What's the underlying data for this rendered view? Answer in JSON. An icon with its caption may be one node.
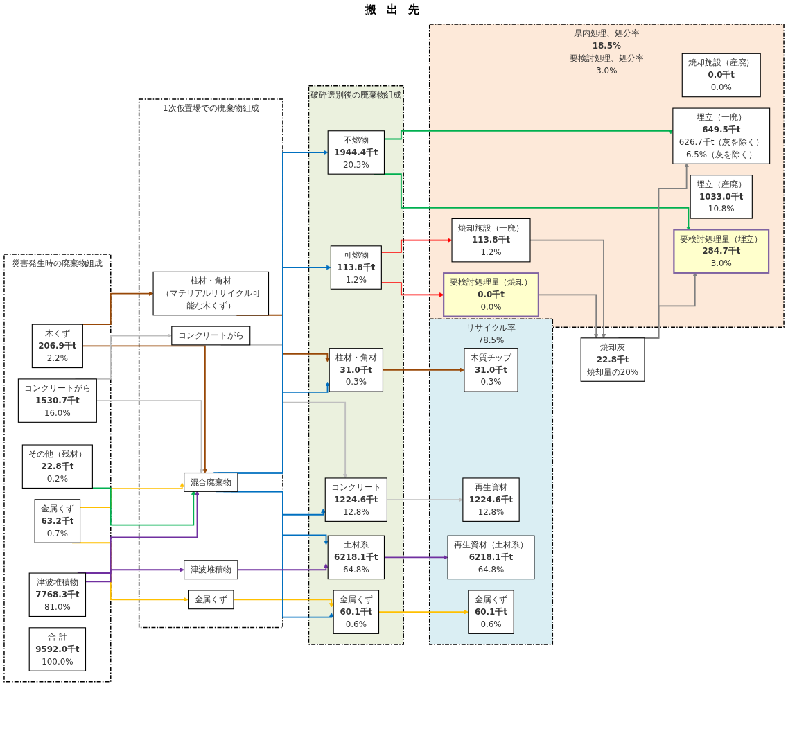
{
  "diagram": {
    "nodes": [
      {
        "text": [
          "災害発生時の廃棄物組成"
        ]
      },
      {
        "text": [
          "木くず",
          "206.9千t",
          "2.2%"
        ],
        "in": 0
      },
      {
        "text": [
          "コンクリートがら",
          "1530.7千t",
          "16.0%"
        ],
        "in": 0
      },
      {
        "text": [
          "金属くず",
          "63.2千t",
          "0.7%"
        ],
        "in": 0
      },
      {
        "text": [
          "その他（残材）",
          "22.8千t",
          "0.2%"
        ],
        "in": 0
      },
      {
        "text": [
          "津波堆積物",
          "7768.3千t",
          "81.0%"
        ],
        "in": 0
      },
      {
        "text": [
          "合 計",
          "9592.0千t",
          "100.0%"
        ],
        "in": 0
      },
      {
        "text": [
          "1次仮置場での廃棄物組成"
        ]
      },
      {
        "text": [
          "柱材・角材",
          "（マテリアルリサイクル可能な木くず）"
        ],
        "in": 7
      },
      {
        "text": [
          "コンクリートがら"
        ],
        "in": 7
      },
      {
        "text": [
          "金属くず"
        ],
        "in": 7
      },
      {
        "text": [
          "混合廃棄物"
        ],
        "in": 7
      },
      {
        "text": [
          "津波堆積物"
        ],
        "in": 7
      },
      {
        "text": [
          "破砕選別後の廃棄物組成"
        ]
      },
      {
        "text": [
          "柱材・角材",
          "31.0千t",
          "0.3%"
        ],
        "in": 13
      },
      {
        "text": [
          "コンクリート",
          "1224.6千t",
          "12.8%"
        ],
        "in": 13
      },
      {
        "text": [
          "可燃物",
          "113.8千t",
          "1.2%"
        ],
        "in": 13
      },
      {
        "text": [
          "金属くず",
          "60.1千t",
          "0.6%"
        ],
        "in": 13
      },
      {
        "text": [
          "不燃物",
          "1944.4千t",
          "20.3%"
        ],
        "in": 13
      },
      {
        "text": [
          "土材系",
          "6218.1千t",
          "64.8%"
        ],
        "in": 13
      },
      {
        "text": [
          "リサイクル率",
          "78.5%"
        ]
      },
      {
        "text": [
          "木質チップ",
          "31.0千t",
          "0.3%"
        ],
        "in": 20
      },
      {
        "text": [
          "再生資材",
          "1224.6千t",
          "12.8%"
        ],
        "in": 20
      },
      {
        "text": [
          "再生資材（土材系）",
          "6218.1千t",
          "64.8%"
        ],
        "in": 20
      },
      {
        "text": [
          "金属くず",
          "60.1千t",
          "0.6%"
        ],
        "in": 20
      },
      {
        "text": [
          "県内処理、処分率",
          "18.5%",
          "要検討処理、処分率",
          "3.0%"
        ]
      },
      {
        "text": [
          "焼却施設（一廃）",
          "113.8千t",
          "1.2%"
        ],
        "in": 25
      },
      {
        "text": [
          "焼却施設（産廃）",
          "0.0千t",
          "0.0%"
        ],
        "in": 25
      },
      {
        "text": [
          "要検討処理量（焼却）",
          "0.0千t",
          "0.0%"
        ],
        "in": 25
      },
      {
        "text": [
          "埋立（一廃）",
          "649.5千t",
          "626.7千t（灰を除く）",
          "6.5%（灰を除く）"
        ],
        "in": 25
      },
      {
        "text": [
          "埋立（産廃）",
          "1033.0千t",
          "10.8%"
        ],
        "in": 25
      },
      {
        "text": [
          "要検討処理量（埋立）",
          "284.7千t",
          "3.0%"
        ],
        "in": 25
      },
      {
        "text": [
          "焼却灰",
          "22.8千t",
          "焼却量の20%"
        ]
      }
    ],
    "edges": [
      {
        "from": 1,
        "to": 8,
        "arrow": "to",
        "color": "#984807"
      },
      {
        "from": 1,
        "to": 11,
        "arrow": "to",
        "color": "#984807"
      },
      {
        "from": 2,
        "to": 9,
        "arrow": "to",
        "color": "#bfbfbf"
      },
      {
        "from": 2,
        "to": 11,
        "arrow": "to",
        "color": "#bfbfbf"
      },
      {
        "from": 3,
        "to": 10,
        "arrow": "to",
        "color": "#ffc000"
      },
      {
        "from": 3,
        "to": 11,
        "arrow": "to",
        "color": "#ffc000"
      },
      {
        "from": 4,
        "to": 11,
        "arrow": "to",
        "color": "#00b050"
      },
      {
        "from": 5,
        "to": 11,
        "arrow": "to",
        "color": "#7030a0"
      },
      {
        "from": 5,
        "to": 12,
        "arrow": "to",
        "color": "#7030a0"
      },
      {
        "from": 8,
        "to": 14,
        "arrow": "to",
        "color": "#984807"
      },
      {
        "from": 9,
        "to": 15,
        "arrow": "to",
        "color": "#bfbfbf"
      },
      {
        "from": 10,
        "to": 17,
        "arrow": "to",
        "color": "#ffc000"
      },
      {
        "from": 11,
        "to": 14,
        "arrow": "to"
      },
      {
        "from": 11,
        "to": 15,
        "arrow": "to"
      },
      {
        "from": 11,
        "to": 16,
        "arrow": "to"
      },
      {
        "from": 11,
        "to": 17,
        "arrow": "to"
      },
      {
        "from": 11,
        "to": 18,
        "arrow": "to"
      },
      {
        "from": 11,
        "to": 19,
        "arrow": "to"
      },
      {
        "from": 12,
        "to": 19,
        "arrow": "to",
        "color": "#7030a0"
      },
      {
        "from": 14,
        "to": 21,
        "arrow": "to",
        "color": "#984807"
      },
      {
        "from": 15,
        "to": 22,
        "arrow": "to",
        "color": "#bfbfbf"
      },
      {
        "from": 19,
        "to": 23,
        "arrow": "to",
        "color": "#7030a0"
      },
      {
        "from": 17,
        "to": 24,
        "arrow": "to",
        "color": "#ffc000"
      },
      {
        "from": 16,
        "to": 26,
        "arrow": "to",
        "color": "#ff0000"
      },
      {
        "from": 16,
        "to": 28,
        "arrow": "to",
        "color": "#ff0000"
      },
      {
        "from": 18,
        "to": 29,
        "arrow": "to",
        "color": "#00b050"
      },
      {
        "from": 18,
        "to": 31,
        "arrow": "to",
        "color": "#00b050"
      },
      {
        "from": 26,
        "to": 32,
        "arrow": "to",
        "color": "#808080"
      },
      {
        "from": 28,
        "to": 32,
        "arrow": "to",
        "color": "#808080"
      },
      {
        "from": 32,
        "to": 29,
        "arrow": "to",
        "color": "#808080"
      },
      {
        "from": 32,
        "to": 31,
        "arrow": "to",
        "color": "#808080"
      }
    ],
    "labels": [
      "搬 出 先"
    ]
  }
}
